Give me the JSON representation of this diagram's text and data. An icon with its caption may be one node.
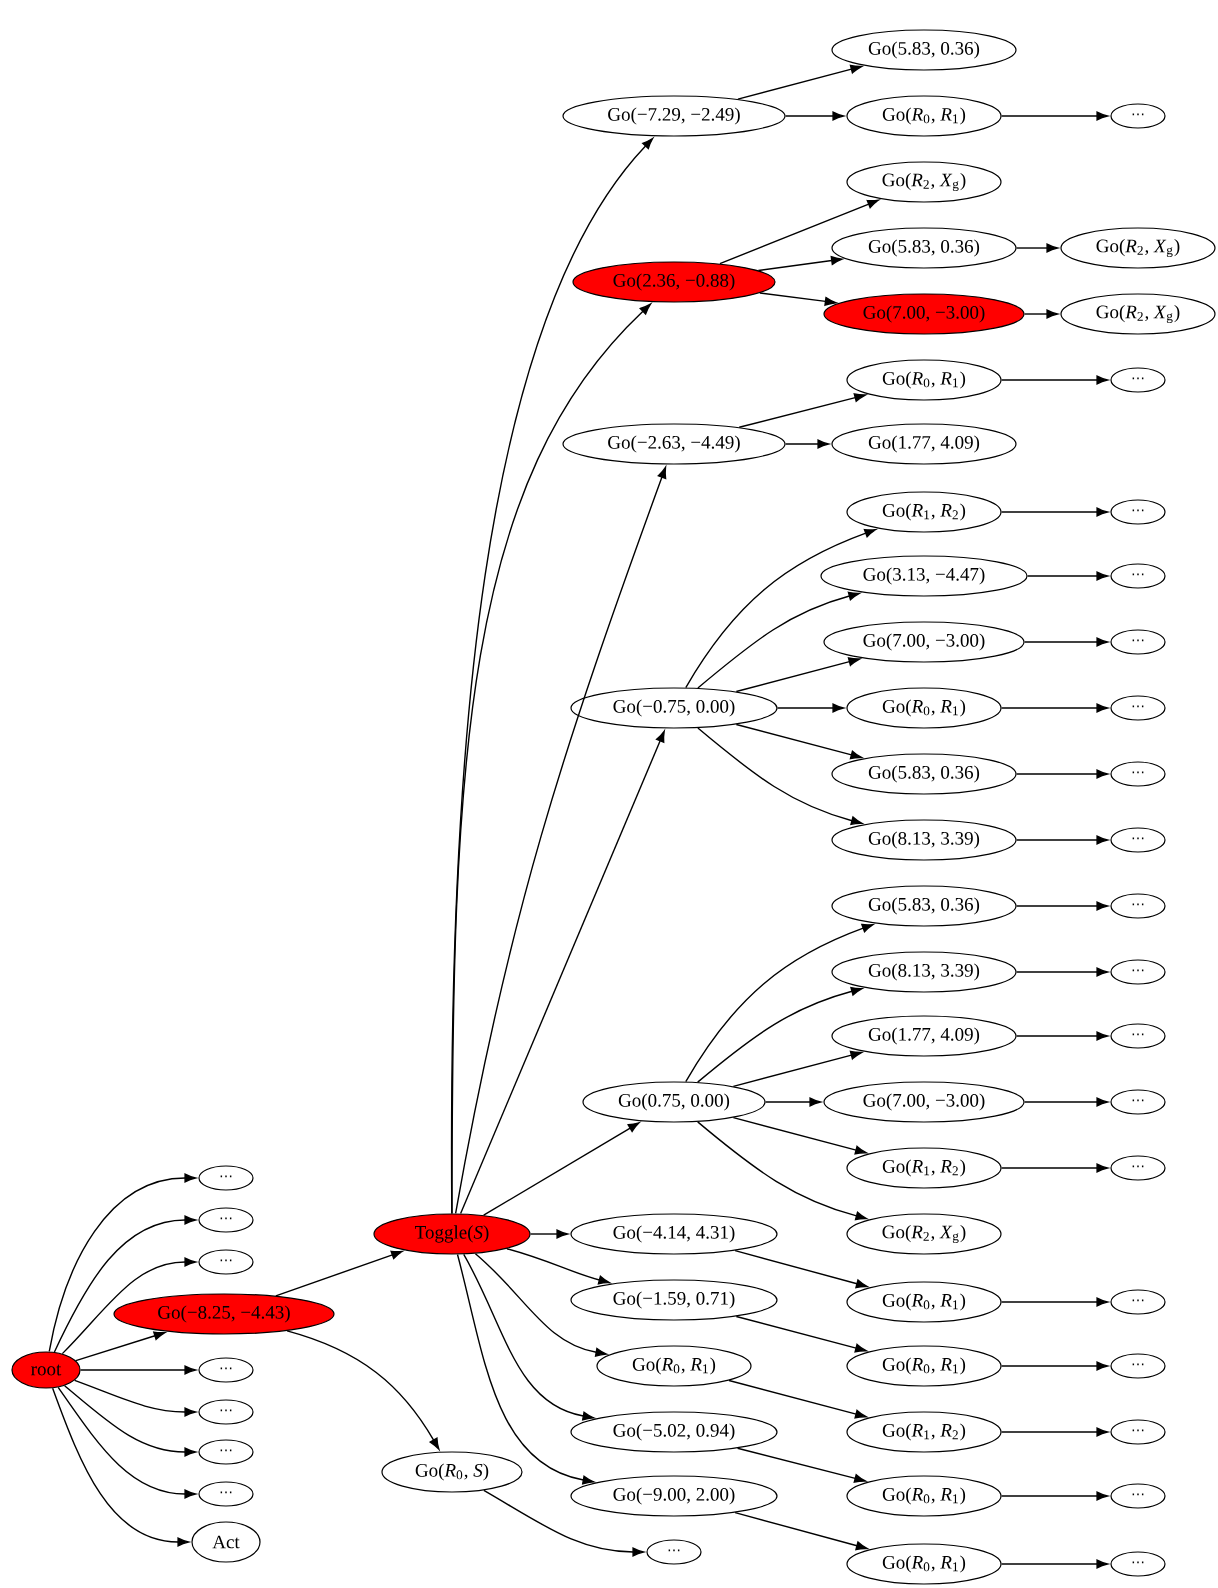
{
  "diagram": {
    "nodes": [
      {
        "text": [
          "root"
        ]
      },
      {
        "text": [
          "⋯"
        ]
      },
      {
        "text": [
          "⋯"
        ]
      },
      {
        "text": [
          "⋯"
        ]
      },
      {
        "text": [
          "Go(−8.25, −4.43)"
        ]
      },
      {
        "text": [
          "⋯"
        ]
      },
      {
        "text": [
          "⋯"
        ]
      },
      {
        "text": [
          "⋯"
        ]
      },
      {
        "text": [
          "⋯"
        ]
      },
      {
        "text": [
          "Act"
        ]
      },
      {
        "text": [
          "Toggle(*S*)"
        ]
      },
      {
        "text": [
          "Go(*R*$_{0}$, *S*)"
        ]
      },
      {
        "text": [
          "Go(−7.29, −2.49)"
        ]
      },
      {
        "text": [
          "Go(2.36, −0.88)"
        ]
      },
      {
        "text": [
          "Go(−2.63, −4.49)"
        ]
      },
      {
        "text": [
          "Go(−0.75, 0.00)"
        ]
      },
      {
        "text": [
          "Go(0.75, 0.00)"
        ]
      },
      {
        "text": [
          "Go(−4.14, 4.31)"
        ]
      },
      {
        "text": [
          "Go(−1.59, 0.71)"
        ]
      },
      {
        "text": [
          "Go(*R*$_{0}$, *R*$_{1}$)"
        ]
      },
      {
        "text": [
          "Go(−5.02, 0.94)"
        ]
      },
      {
        "text": [
          "Go(−9.00, 2.00)"
        ]
      },
      {
        "text": [
          "⋯"
        ]
      },
      {
        "text": [
          "Go(5.83, 0.36)"
        ]
      },
      {
        "text": [
          "Go(*R*$_{0}$, *R*$_{1}$)"
        ]
      },
      {
        "text": [
          "Go(*R*$_{2}$, *X*$_{g}$)"
        ]
      },
      {
        "text": [
          "Go(5.83, 0.36)"
        ]
      },
      {
        "text": [
          "Go(7.00, −3.00)"
        ]
      },
      {
        "text": [
          "Go(*R*$_{0}$, *R*$_{1}$)"
        ]
      },
      {
        "text": [
          "Go(1.77, 4.09)"
        ]
      },
      {
        "text": [
          "Go(*R*$_{1}$, *R*$_{2}$)"
        ]
      },
      {
        "text": [
          "Go(3.13, −4.47)"
        ]
      },
      {
        "text": [
          "Go(7.00, −3.00)"
        ]
      },
      {
        "text": [
          "Go(*R*$_{0}$, *R*$_{1}$)"
        ]
      },
      {
        "text": [
          "Go(5.83, 0.36)"
        ]
      },
      {
        "text": [
          "Go(8.13, 3.39)"
        ]
      },
      {
        "text": [
          "Go(5.83, 0.36)"
        ]
      },
      {
        "text": [
          "Go(8.13, 3.39)"
        ]
      },
      {
        "text": [
          "Go(1.77, 4.09)"
        ]
      },
      {
        "text": [
          "Go(7.00, −3.00)"
        ]
      },
      {
        "text": [
          "Go(*R*$_{1}$, *R*$_{2}$)"
        ]
      },
      {
        "text": [
          "Go(*R*$_{2}$, *X*$_{g}$)"
        ]
      },
      {
        "text": [
          "Go(*R*$_{0}$, *R*$_{1}$)"
        ]
      },
      {
        "text": [
          "Go(*R*$_{0}$, *R*$_{1}$)"
        ]
      },
      {
        "text": [
          "Go(*R*$_{1}$, *R*$_{2}$)"
        ]
      },
      {
        "text": [
          "Go(*R*$_{0}$, *R*$_{1}$)"
        ]
      },
      {
        "text": [
          "Go(*R*$_{0}$, *R*$_{1}$)"
        ]
      },
      {
        "text": [
          "⋯"
        ]
      },
      {
        "text": [
          "Go(*R*$_{2}$, *X*$_{g}$)"
        ]
      },
      {
        "text": [
          "Go(*R*$_{2}$, *X*$_{g}$)"
        ]
      },
      {
        "text": [
          "⋯"
        ]
      },
      {
        "text": [
          "⋯"
        ]
      },
      {
        "text": [
          "⋯"
        ]
      },
      {
        "text": [
          "⋯"
        ]
      },
      {
        "text": [
          "⋯"
        ]
      },
      {
        "text": [
          "⋯"
        ]
      },
      {
        "text": [
          "⋯"
        ]
      },
      {
        "text": [
          "⋯"
        ]
      },
      {
        "text": [
          "⋯"
        ]
      },
      {
        "text": [
          "⋯"
        ]
      },
      {
        "text": [
          "⋯"
        ]
      },
      {
        "text": [
          "⋯"
        ]
      },
      {
        "text": [
          "⋯"
        ]
      },
      {
        "text": [
          "⋯"
        ]
      },
      {
        "text": [
          "⋯"
        ]
      },
      {
        "text": [
          "⋯"
        ]
      },
      {
        "text": [
          "⋯"
        ]
      }
    ],
    "edges": [
      {
        "from": 0,
        "to": 1,
        "arrow": "to"
      },
      {
        "from": 0,
        "to": 2,
        "arrow": "to"
      },
      {
        "from": 0,
        "to": 3,
        "arrow": "to"
      },
      {
        "from": 0,
        "to": 4,
        "arrow": "to"
      },
      {
        "from": 0,
        "to": 5,
        "arrow": "to"
      },
      {
        "from": 0,
        "to": 6,
        "arrow": "to"
      },
      {
        "from": 0,
        "to": 7,
        "arrow": "to"
      },
      {
        "from": 0,
        "to": 8,
        "arrow": "to"
      },
      {
        "from": 0,
        "to": 9,
        "arrow": "to"
      },
      {
        "from": 4,
        "to": 10,
        "arrow": "to"
      },
      {
        "from": 4,
        "to": 11,
        "arrow": "to"
      },
      {
        "from": 10,
        "to": 12,
        "arrow": "to"
      },
      {
        "from": 10,
        "to": 13,
        "arrow": "to"
      },
      {
        "from": 10,
        "to": 14,
        "arrow": "to"
      },
      {
        "from": 10,
        "to": 15,
        "arrow": "to"
      },
      {
        "from": 10,
        "to": 16,
        "arrow": "to"
      },
      {
        "from": 10,
        "to": 17,
        "arrow": "to"
      },
      {
        "from": 10,
        "to": 18,
        "arrow": "to"
      },
      {
        "from": 10,
        "to": 19,
        "arrow": "to"
      },
      {
        "from": 10,
        "to": 20,
        "arrow": "to"
      },
      {
        "from": 10,
        "to": 21,
        "arrow": "to"
      },
      {
        "from": 11,
        "to": 22,
        "arrow": "to"
      },
      {
        "from": 12,
        "to": 23,
        "arrow": "to"
      },
      {
        "from": 12,
        "to": 24,
        "arrow": "to"
      },
      {
        "from": 13,
        "to": 25,
        "arrow": "to"
      },
      {
        "from": 13,
        "to": 26,
        "arrow": "to"
      },
      {
        "from": 13,
        "to": 27,
        "arrow": "to"
      },
      {
        "from": 14,
        "to": 28,
        "arrow": "to"
      },
      {
        "from": 14,
        "to": 29,
        "arrow": "to"
      },
      {
        "from": 15,
        "to": 30,
        "arrow": "to"
      },
      {
        "from": 15,
        "to": 31,
        "arrow": "to"
      },
      {
        "from": 15,
        "to": 32,
        "arrow": "to"
      },
      {
        "from": 15,
        "to": 33,
        "arrow": "to"
      },
      {
        "from": 15,
        "to": 34,
        "arrow": "to"
      },
      {
        "from": 15,
        "to": 35,
        "arrow": "to"
      },
      {
        "from": 16,
        "to": 36,
        "arrow": "to"
      },
      {
        "from": 16,
        "to": 37,
        "arrow": "to"
      },
      {
        "from": 16,
        "to": 38,
        "arrow": "to"
      },
      {
        "from": 16,
        "to": 39,
        "arrow": "to"
      },
      {
        "from": 16,
        "to": 40,
        "arrow": "to"
      },
      {
        "from": 16,
        "to": 41,
        "arrow": "to"
      },
      {
        "from": 17,
        "to": 42,
        "arrow": "to"
      },
      {
        "from": 18,
        "to": 43,
        "arrow": "to"
      },
      {
        "from": 19,
        "to": 44,
        "arrow": "to"
      },
      {
        "from": 20,
        "to": 45,
        "arrow": "to"
      },
      {
        "from": 21,
        "to": 46,
        "arrow": "to"
      },
      {
        "from": 24,
        "to": 47,
        "arrow": "to"
      },
      {
        "from": 26,
        "to": 48,
        "arrow": "to"
      },
      {
        "from": 27,
        "to": 49,
        "arrow": "to"
      },
      {
        "from": 28,
        "to": 50,
        "arrow": "to"
      },
      {
        "from": 30,
        "to": 51,
        "arrow": "to"
      },
      {
        "from": 31,
        "to": 52,
        "arrow": "to"
      },
      {
        "from": 32,
        "to": 53,
        "arrow": "to"
      },
      {
        "from": 33,
        "to": 54,
        "arrow": "to"
      },
      {
        "from": 34,
        "to": 55,
        "arrow": "to"
      },
      {
        "from": 35,
        "to": 56,
        "arrow": "to"
      },
      {
        "from": 36,
        "to": 57,
        "arrow": "to"
      },
      {
        "from": 37,
        "to": 58,
        "arrow": "to"
      },
      {
        "from": 38,
        "to": 59,
        "arrow": "to"
      },
      {
        "from": 39,
        "to": 60,
        "arrow": "to"
      },
      {
        "from": 40,
        "to": 61,
        "arrow": "to"
      },
      {
        "from": 42,
        "to": 62,
        "arrow": "to"
      },
      {
        "from": 43,
        "to": 63,
        "arrow": "to"
      },
      {
        "from": 44,
        "to": 64,
        "arrow": "to"
      },
      {
        "from": 45,
        "to": 65,
        "arrow": "to"
      },
      {
        "from": 46,
        "to": 66,
        "arrow": "to"
      }
    ]
  }
}
